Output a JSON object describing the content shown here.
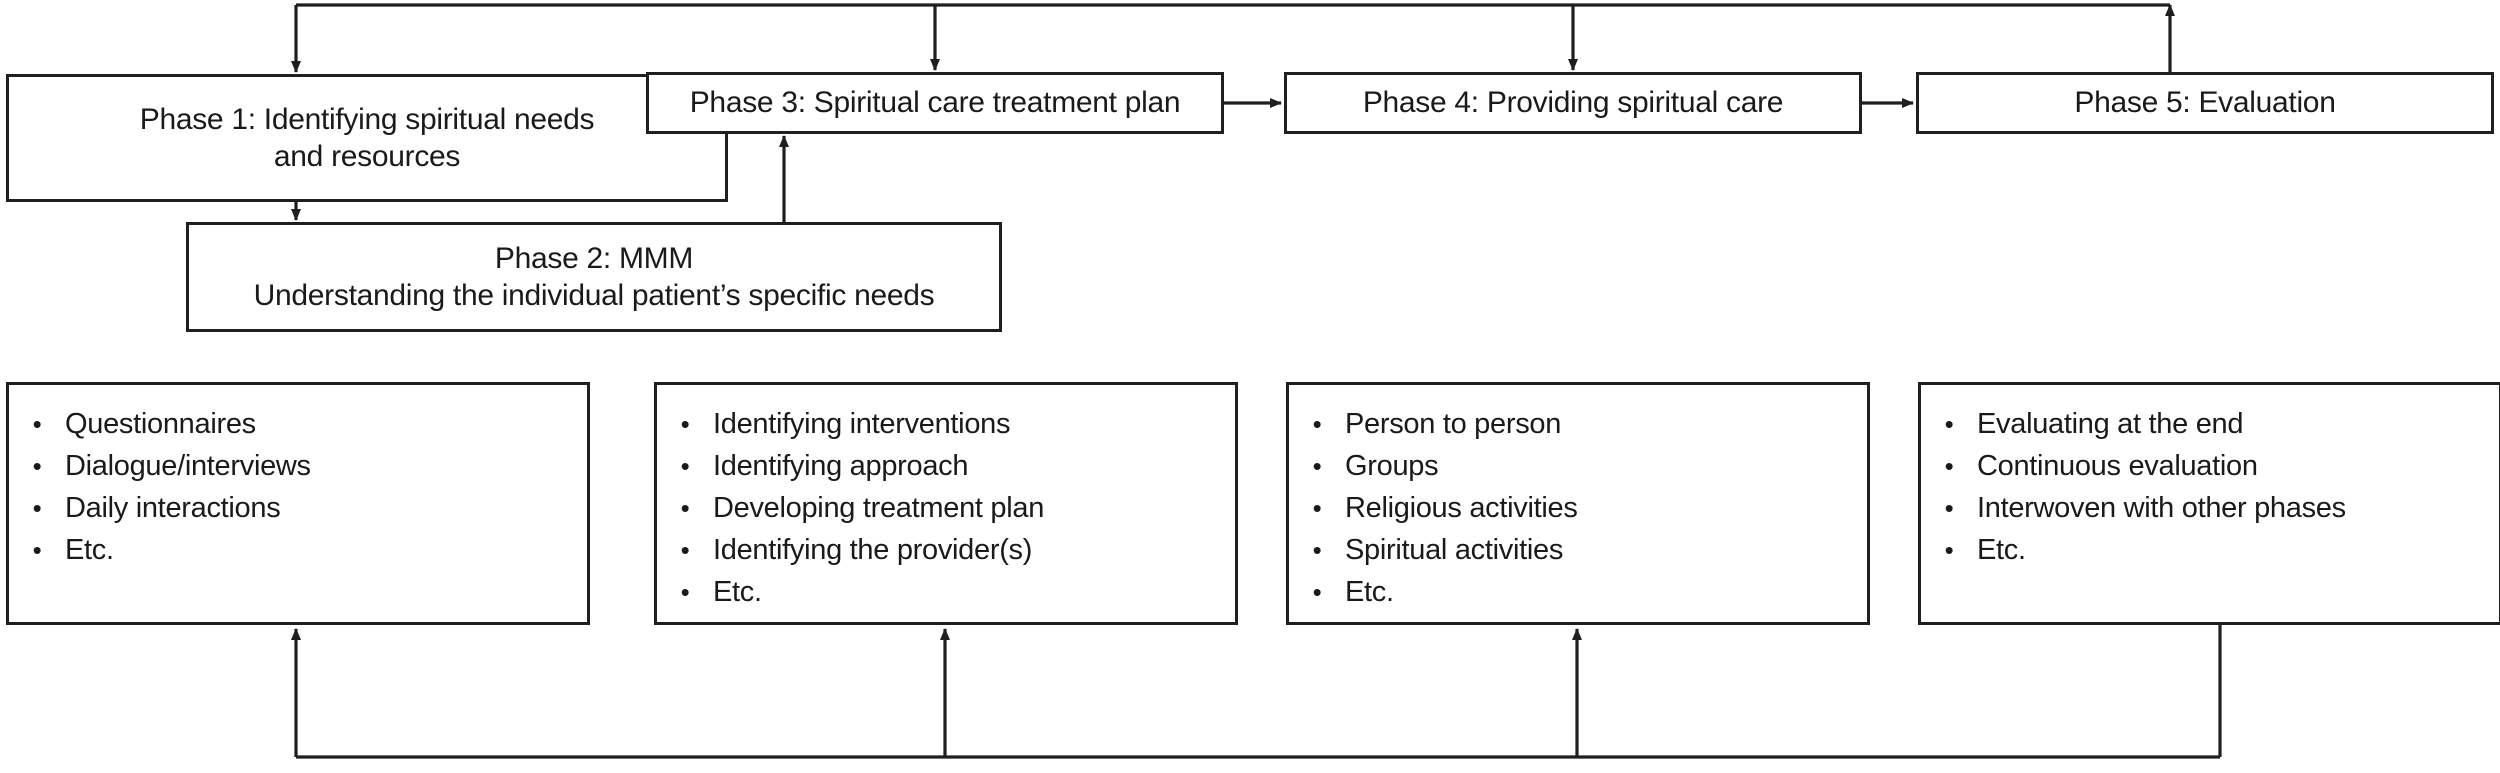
{
  "diagram": {
    "title": "Five-phase spiritual care process flowchart",
    "stroke_color": "#1f1f1f",
    "background_color": "#ffffff",
    "bullet_glyph": "•",
    "phases": [
      {
        "id": "phase1",
        "label": "Phase 1: Identifying spiritual needs\nand resources"
      },
      {
        "id": "phase2",
        "label": "Phase 2: MMM\nUnderstanding the individual patient’s specific needs"
      },
      {
        "id": "phase3",
        "label": "Phase 3: Spiritual care treatment plan"
      },
      {
        "id": "phase4",
        "label": "Phase 4: Providing spiritual care"
      },
      {
        "id": "phase5",
        "label": "Phase 5: Evaluation"
      }
    ],
    "detail_lists": [
      {
        "id": "list1",
        "items": [
          "Questionnaires",
          "Dialogue/interviews",
          "Daily interactions",
          "Etc."
        ]
      },
      {
        "id": "list2",
        "items": [
          "Identifying interventions",
          "Identifying approach",
          "Developing treatment plan",
          "Identifying the provider(s)",
          "Etc."
        ]
      },
      {
        "id": "list3",
        "items": [
          "Person to person",
          "Groups",
          "Religious activities",
          "Spiritual activities",
          "Etc."
        ]
      },
      {
        "id": "list4",
        "items": [
          "Evaluating at the end",
          "Continuous evaluation",
          "Interwoven with other phases",
          "Etc."
        ]
      }
    ],
    "connections": [
      {
        "from": "phase5",
        "to": "phase1",
        "kind": "feedback-top"
      },
      {
        "from": "phase1",
        "to": "phase2",
        "kind": "down"
      },
      {
        "from": "phase2",
        "to": "phase3",
        "kind": "up"
      },
      {
        "from": "top-rail",
        "to": "phase3",
        "kind": "down"
      },
      {
        "from": "top-rail",
        "to": "phase4",
        "kind": "down"
      },
      {
        "from": "phase3",
        "to": "phase4",
        "kind": "right"
      },
      {
        "from": "phase4",
        "to": "phase5",
        "kind": "right"
      },
      {
        "from": "list4",
        "to": "list1",
        "kind": "feedback-bottom"
      },
      {
        "from": "bottom-rail",
        "to": "list2",
        "kind": "up"
      },
      {
        "from": "bottom-rail",
        "to": "list3",
        "kind": "up"
      }
    ]
  }
}
